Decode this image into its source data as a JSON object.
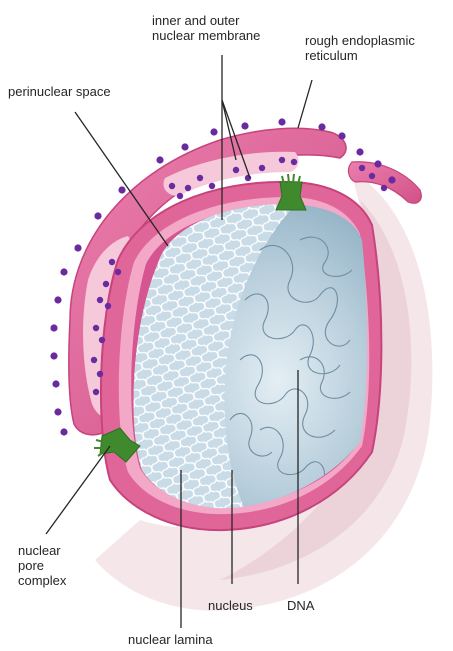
{
  "labels": {
    "membrane": [
      "inner and outer",
      "nuclear membrane"
    ],
    "rer": [
      "rough endoplasmic",
      "reticulum"
    ],
    "perinuclear": "perinuclear space",
    "pore": [
      "nuclear",
      "pore",
      "complex"
    ],
    "nucleus": "nucleus",
    "dna": "DNA",
    "lamina": "nuclear lamina"
  },
  "colors": {
    "membrane": "#e0669a",
    "membrane_dark": "#c7437c",
    "membrane_light": "#f2a8c6",
    "er_lumen": "#f6c9da",
    "nucleoplasm": "#a9c4d4",
    "nucleoplasm_light": "#e4eef4",
    "ribosome": "#6a2aa0",
    "pore": "#3f8a2c",
    "cytoplasm": "#f5e6e9",
    "line": "#262626"
  },
  "icons": {
    "ribosome": "ribosome-dot-icon",
    "pore": "nuclear-pore-icon"
  }
}
